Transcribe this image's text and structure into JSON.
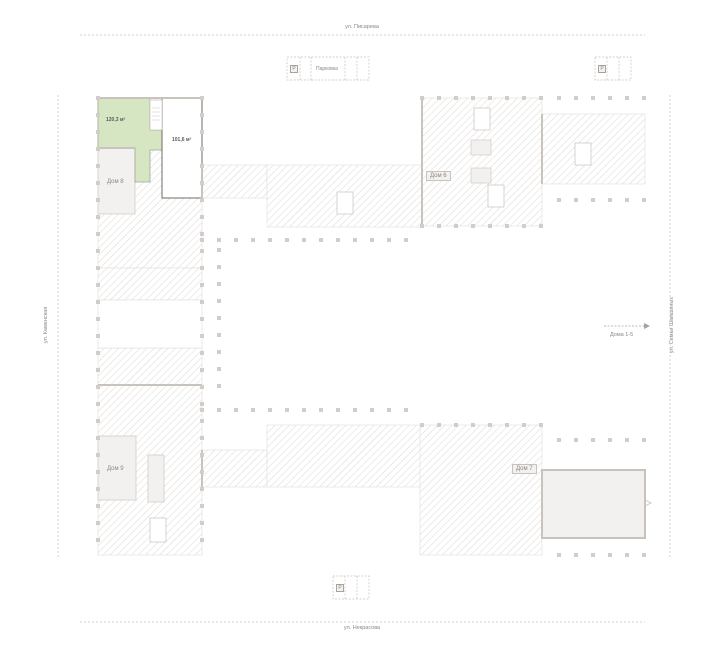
{
  "streets": {
    "north": "ул. Писарева",
    "south": "ул. Некрасова",
    "west": "ул. Каменская",
    "east": "ул. Семьи Шамшиных"
  },
  "parking": {
    "north_label": "Парковка",
    "icon_glyph": "P"
  },
  "houses": {
    "h6": "Дом 6",
    "h7": "Дом 7",
    "h8": "Дом 8",
    "h9": "Дом 9"
  },
  "units": [
    {
      "id": "unit-1",
      "area": "120,3 м²",
      "status": "selected",
      "color": "#d6e6c3"
    },
    {
      "id": "unit-2",
      "area": "101,6 м²",
      "status": "available",
      "color": "#ffffff"
    }
  ],
  "direction": {
    "label": "Дома 1-5",
    "icon": "arrow-right-icon"
  },
  "colors": {
    "hatch": "#d9d5d1",
    "wall": "#c9c3be",
    "column": "#d2cdc8",
    "selected": "#d6e6c3",
    "street_line": "#c7c2bd",
    "text": "#8d8782"
  }
}
